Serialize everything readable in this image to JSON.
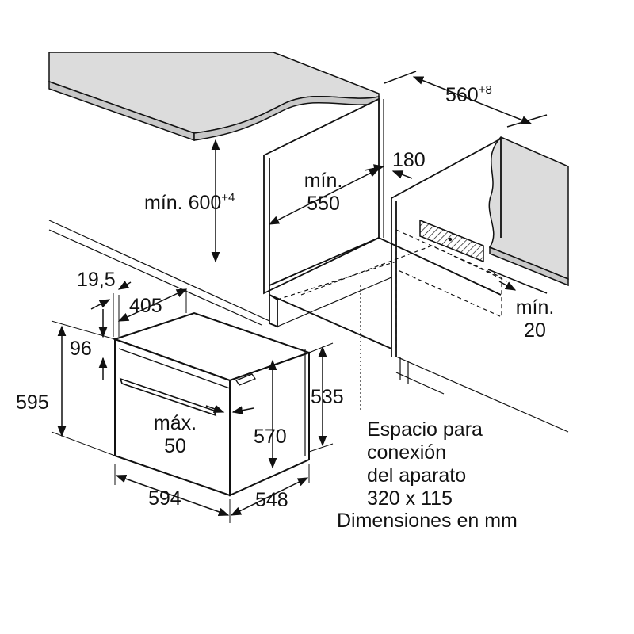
{
  "labels": {
    "min_600": "mín. 600",
    "min_600_sup": "+4",
    "width_560": "560",
    "width_560_sup": "+8",
    "min_550_1": "mín.",
    "min_550_2": "550",
    "depth_180": "180",
    "min_20_1": "mín.",
    "min_20_2": "20",
    "v19_5": "19,5",
    "v405": "405",
    "v96": "96",
    "v595": "595",
    "v535": "535",
    "v570": "570",
    "max_50_1": "máx.",
    "max_50_2": "50",
    "v594": "594",
    "v548": "548"
  },
  "note": {
    "line1": "Espacio para",
    "line2": "conexión",
    "line3": "del aparato",
    "line4": "320 x 115",
    "units": "Dimensiones en mm"
  }
}
